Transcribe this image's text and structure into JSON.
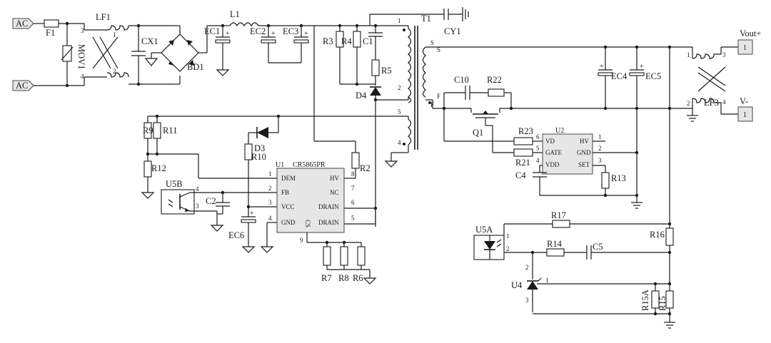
{
  "ports": {
    "ac_top": "AC",
    "ac_bottom": "AC"
  },
  "labels": {
    "f1": "F1",
    "lf1": "LF1",
    "cx1": "CX1",
    "mov1": "MOV1",
    "bd1": "BD1",
    "ec1": "EC1",
    "l1": "L1",
    "ec2": "EC2",
    "ec3": "EC3",
    "r3": "R3",
    "r4": "R4",
    "c1": "C1",
    "r5": "R5",
    "d4": "D4",
    "t1": "T1",
    "cy1": "CY1",
    "r9": "R9",
    "r11": "R11",
    "r12": "R12",
    "d3": "D3",
    "r10": "R10",
    "u5b": "U5B",
    "c2": "C2",
    "ec6": "EC6",
    "r2": "R2",
    "r7": "R7",
    "r8": "R8",
    "r6": "R6",
    "c10": "C10",
    "r22": "R22",
    "q1": "Q1",
    "ec4": "EC4",
    "ec5": "EC5",
    "lf3": "LF3",
    "r23": "R23",
    "r21": "R21",
    "c4": "C4",
    "r13": "R13",
    "u5a": "U5A",
    "r17": "R17",
    "r16": "R16",
    "r14": "R14",
    "c5": "C5",
    "u4": "U4",
    "r15a": "R15A",
    "r15": "R15"
  },
  "u1": {
    "ref": "U1",
    "part": "CR5865PR",
    "pins_left": [
      {
        "num": "1",
        "name": "DEM"
      },
      {
        "num": "2",
        "name": "FB"
      },
      {
        "num": "3",
        "name": "VCC"
      },
      {
        "num": "4",
        "name": "GND"
      }
    ],
    "pins_right": [
      {
        "num": "8",
        "name": "HV"
      },
      {
        "num": "7",
        "name": "NC"
      },
      {
        "num": "6",
        "name": "DRAIN"
      },
      {
        "num": "5",
        "name": "DRAIN"
      }
    ],
    "bottom_pin": {
      "num": "9",
      "name": "CS"
    }
  },
  "u2": {
    "ref": "U2",
    "pins_left": [
      {
        "num": "6",
        "name": "VD"
      },
      {
        "num": "5",
        "name": "GATE"
      },
      {
        "num": "4",
        "name": "VDD"
      }
    ],
    "pins_right": [
      {
        "num": "1",
        "name": "HV"
      },
      {
        "num": "2",
        "name": "GND"
      },
      {
        "num": "3",
        "name": "SET"
      }
    ]
  },
  "outputs": {
    "vout_label": "Vout+",
    "vout_pin": "1",
    "vneg_label": "V-",
    "vneg_pin": "1"
  },
  "pin_numbers": {
    "lf1_p3": "3",
    "lf1_p4": "4",
    "lf1_p1": "1",
    "lf1_p2": "2",
    "t1_p1": "1",
    "t1_p2": "2",
    "t1_p5": "5",
    "t1_p4": "4",
    "t1_s1": "S",
    "t1_s2": "S",
    "t1_f1": "F",
    "t1_f2": "F",
    "lf3_p1": "1",
    "lf3_p3": "3",
    "lf3_p2": "2",
    "lf3_p4": "4",
    "u5b_p4": "4",
    "u5b_p3": "3",
    "u5a_p1": "1",
    "u5a_p2": "2",
    "u4_p1": "1",
    "u4_p2": "2",
    "u4_p3": "3"
  }
}
